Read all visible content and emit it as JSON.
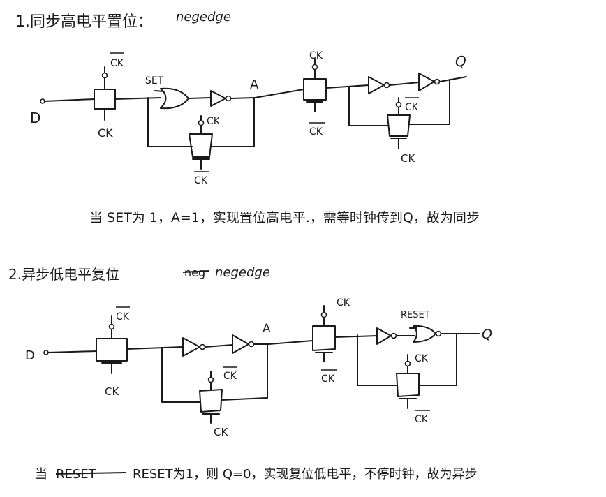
{
  "section1": {
    "heading": "1.同步高电平置位：",
    "edge": "negedge",
    "labels": {
      "ck_bar": "CK",
      "ck": "CK",
      "set": "SET",
      "node_a": "A",
      "input_d": "D",
      "output_q": "Q"
    },
    "note": "当 SET为 1，A=1，实现置位高电平.，需等时钟传到Q，故为同步"
  },
  "section2": {
    "heading": "2.异步低电平复位",
    "struck_word": "neg",
    "edge": "negedge",
    "labels": {
      "ck_bar": "CK",
      "ck": "CK",
      "reset": "RESET",
      "node_a": "A",
      "input_d": "D",
      "output_q": "Q"
    },
    "note_struck": "RESET",
    "note": "RESET为1，则 Q=0，实现复位低电平，不停时钟，故为异步"
  }
}
